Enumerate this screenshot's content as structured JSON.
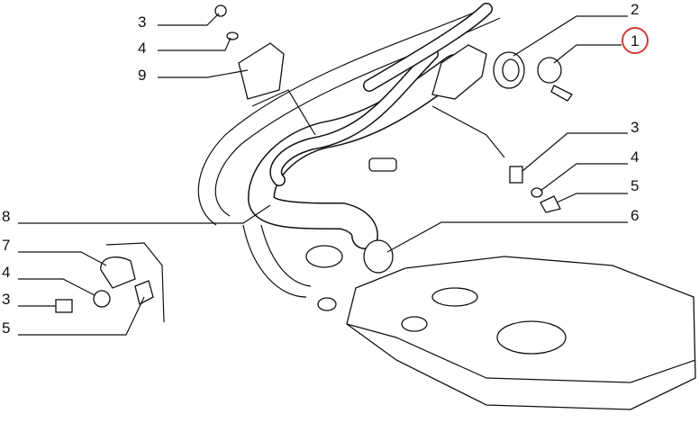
{
  "diagram": {
    "callouts": [
      {
        "id": "top-left-3",
        "number": "3"
      },
      {
        "id": "top-left-4",
        "number": "4"
      },
      {
        "id": "top-left-9",
        "number": "9"
      },
      {
        "id": "top-right-2",
        "number": "2"
      },
      {
        "id": "top-right-1",
        "number": "1",
        "highlighted": true
      },
      {
        "id": "right-3",
        "number": "3"
      },
      {
        "id": "right-4",
        "number": "4"
      },
      {
        "id": "right-5",
        "number": "5"
      },
      {
        "id": "right-6",
        "number": "6"
      },
      {
        "id": "left-8",
        "number": "8"
      },
      {
        "id": "left-7",
        "number": "7"
      },
      {
        "id": "left-4",
        "number": "4"
      },
      {
        "id": "left-3",
        "number": "3"
      },
      {
        "id": "left-5",
        "number": "5"
      }
    ],
    "highlight_color": "#d33b35"
  }
}
